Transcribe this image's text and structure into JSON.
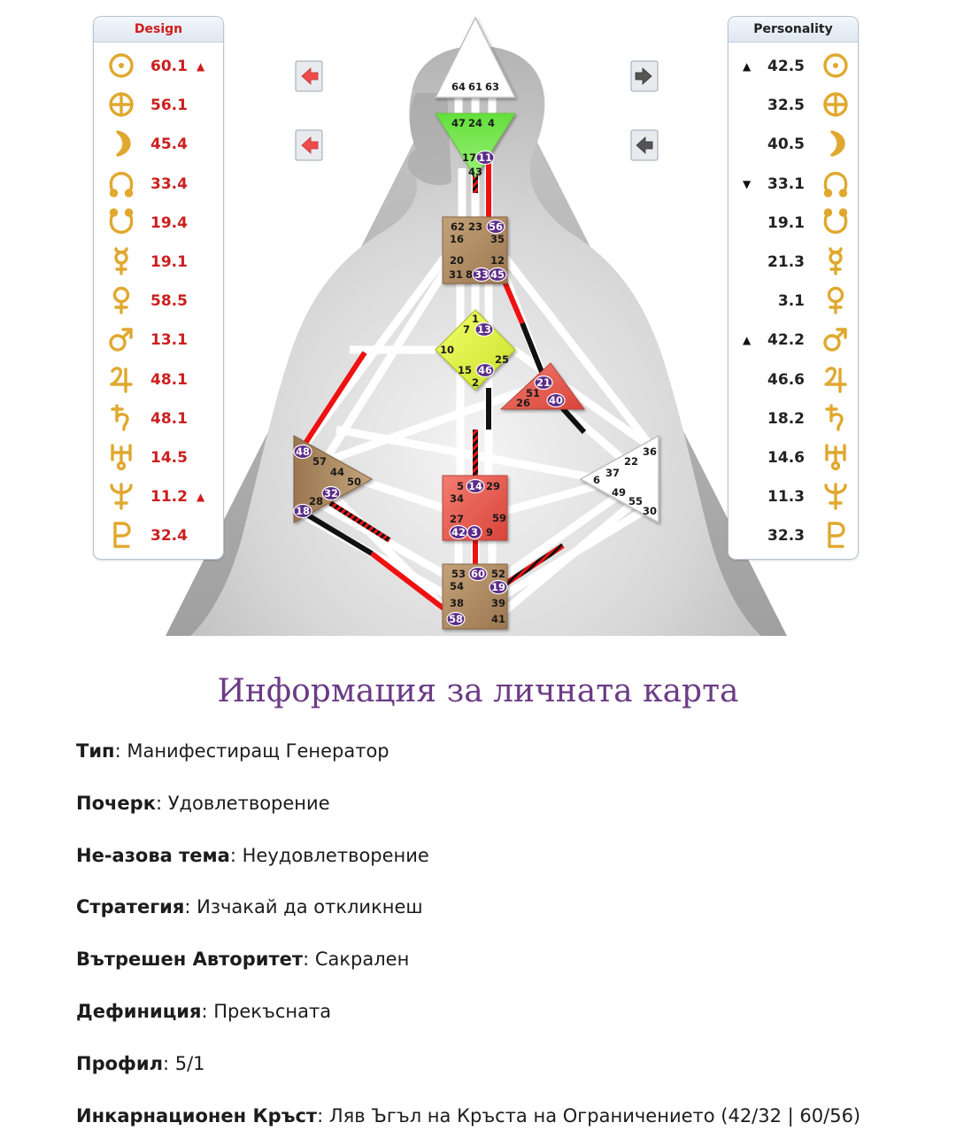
{
  "colors": {
    "design": "#d11c1c",
    "personality": "#222222",
    "title": "#6c3b86",
    "defined_red": "#ee1111",
    "defined_black": "#111111",
    "gate_badge": "#5b2b87"
  },
  "design": {
    "title": "Design",
    "rows": [
      {
        "icon": "sun-icon",
        "value": "60.1",
        "mark": "▲"
      },
      {
        "icon": "earth-icon",
        "value": "56.1",
        "mark": ""
      },
      {
        "icon": "moon-icon",
        "value": "45.4",
        "mark": ""
      },
      {
        "icon": "north-node-icon",
        "value": "33.4",
        "mark": ""
      },
      {
        "icon": "south-node-icon",
        "value": "19.4",
        "mark": ""
      },
      {
        "icon": "mercury-icon",
        "value": "19.1",
        "mark": ""
      },
      {
        "icon": "venus-icon",
        "value": "58.5",
        "mark": ""
      },
      {
        "icon": "mars-icon",
        "value": "13.1",
        "mark": ""
      },
      {
        "icon": "jupiter-icon",
        "value": "48.1",
        "mark": ""
      },
      {
        "icon": "saturn-icon",
        "value": "48.1",
        "mark": ""
      },
      {
        "icon": "uranus-icon",
        "value": "14.5",
        "mark": ""
      },
      {
        "icon": "neptune-icon",
        "value": "11.2",
        "mark": "▲"
      },
      {
        "icon": "pluto-icon",
        "value": "32.4",
        "mark": ""
      }
    ]
  },
  "personality": {
    "title": "Personality",
    "rows": [
      {
        "icon": "sun-icon",
        "value": "42.5",
        "mark": "▲"
      },
      {
        "icon": "earth-icon",
        "value": "32.5",
        "mark": ""
      },
      {
        "icon": "moon-icon",
        "value": "40.5",
        "mark": ""
      },
      {
        "icon": "north-node-icon",
        "value": "33.1",
        "mark": "▼"
      },
      {
        "icon": "south-node-icon",
        "value": "19.1",
        "mark": ""
      },
      {
        "icon": "mercury-icon",
        "value": "21.3",
        "mark": ""
      },
      {
        "icon": "venus-icon",
        "value": "3.1",
        "mark": ""
      },
      {
        "icon": "mars-icon",
        "value": "42.2",
        "mark": "▲"
      },
      {
        "icon": "jupiter-icon",
        "value": "46.6",
        "mark": ""
      },
      {
        "icon": "saturn-icon",
        "value": "18.2",
        "mark": ""
      },
      {
        "icon": "uranus-icon",
        "value": "14.6",
        "mark": ""
      },
      {
        "icon": "neptune-icon",
        "value": "11.3",
        "mark": ""
      },
      {
        "icon": "pluto-icon",
        "value": "32.3",
        "mark": ""
      }
    ]
  },
  "bodygraph": {
    "gates": [
      {
        "n": "64",
        "c": "head"
      },
      {
        "n": "61",
        "c": "head"
      },
      {
        "n": "63",
        "c": "head"
      },
      {
        "n": "47",
        "c": "ajna"
      },
      {
        "n": "24",
        "c": "ajna"
      },
      {
        "n": "4",
        "c": "ajna"
      },
      {
        "n": "17",
        "c": "ajna"
      },
      {
        "n": "11",
        "c": "ajna",
        "active": true
      },
      {
        "n": "43",
        "c": "ajna"
      },
      {
        "n": "62",
        "c": "throat"
      },
      {
        "n": "23",
        "c": "throat"
      },
      {
        "n": "56",
        "c": "throat",
        "active": true
      },
      {
        "n": "16",
        "c": "throat"
      },
      {
        "n": "35",
        "c": "throat"
      },
      {
        "n": "20",
        "c": "throat"
      },
      {
        "n": "12",
        "c": "throat"
      },
      {
        "n": "31",
        "c": "throat"
      },
      {
        "n": "8",
        "c": "throat"
      },
      {
        "n": "33",
        "c": "throat",
        "active": true
      },
      {
        "n": "45",
        "c": "throat",
        "active": true
      },
      {
        "n": "1",
        "c": "g"
      },
      {
        "n": "7",
        "c": "g"
      },
      {
        "n": "13",
        "c": "g",
        "active": true
      },
      {
        "n": "10",
        "c": "g"
      },
      {
        "n": "25",
        "c": "g"
      },
      {
        "n": "15",
        "c": "g"
      },
      {
        "n": "46",
        "c": "g",
        "active": true
      },
      {
        "n": "2",
        "c": "g"
      },
      {
        "n": "21",
        "c": "heart",
        "active": true
      },
      {
        "n": "51",
        "c": "heart"
      },
      {
        "n": "26",
        "c": "heart"
      },
      {
        "n": "40",
        "c": "heart",
        "active": true
      },
      {
        "n": "48",
        "c": "spleen",
        "active": true
      },
      {
        "n": "57",
        "c": "spleen"
      },
      {
        "n": "44",
        "c": "spleen"
      },
      {
        "n": "50",
        "c": "spleen"
      },
      {
        "n": "32",
        "c": "spleen",
        "active": true
      },
      {
        "n": "28",
        "c": "spleen"
      },
      {
        "n": "18",
        "c": "spleen",
        "active": true
      },
      {
        "n": "5",
        "c": "sacral"
      },
      {
        "n": "14",
        "c": "sacral",
        "active": true
      },
      {
        "n": "29",
        "c": "sacral"
      },
      {
        "n": "34",
        "c": "sacral"
      },
      {
        "n": "27",
        "c": "sacral"
      },
      {
        "n": "59",
        "c": "sacral"
      },
      {
        "n": "42",
        "c": "sacral",
        "active": true
      },
      {
        "n": "3",
        "c": "sacral",
        "active": true
      },
      {
        "n": "9",
        "c": "sacral"
      },
      {
        "n": "36",
        "c": "solar"
      },
      {
        "n": "22",
        "c": "solar"
      },
      {
        "n": "37",
        "c": "solar"
      },
      {
        "n": "6",
        "c": "solar"
      },
      {
        "n": "49",
        "c": "solar"
      },
      {
        "n": "55",
        "c": "solar"
      },
      {
        "n": "30",
        "c": "solar"
      },
      {
        "n": "53",
        "c": "root"
      },
      {
        "n": "60",
        "c": "root",
        "active": true
      },
      {
        "n": "52",
        "c": "root"
      },
      {
        "n": "54",
        "c": "root"
      },
      {
        "n": "19",
        "c": "root",
        "active": true
      },
      {
        "n": "38",
        "c": "root"
      },
      {
        "n": "39",
        "c": "root"
      },
      {
        "n": "58",
        "c": "root",
        "active": true
      },
      {
        "n": "41",
        "c": "root"
      }
    ]
  },
  "info": {
    "title": "Информация за личната карта",
    "items": [
      {
        "label": "Тип",
        "value": "Манифестиращ Генератор"
      },
      {
        "label": "Почерк",
        "value": "Удовлетворение"
      },
      {
        "label": "Не-азова тема",
        "value": "Неудовлетворение"
      },
      {
        "label": "Стратегия",
        "value": "Изчакай да откликнеш"
      },
      {
        "label": "Вътрешен Авторитет",
        "value": "Сакрален"
      },
      {
        "label": "Дефиниция",
        "value": "Прекъсната"
      },
      {
        "label": "Профил",
        "value": "5/1"
      },
      {
        "label": "Инкарнационен Кръст",
        "value": "Ляв Ъгъл на Кръста на Ограничението (42/32 | 60/56)"
      }
    ]
  }
}
